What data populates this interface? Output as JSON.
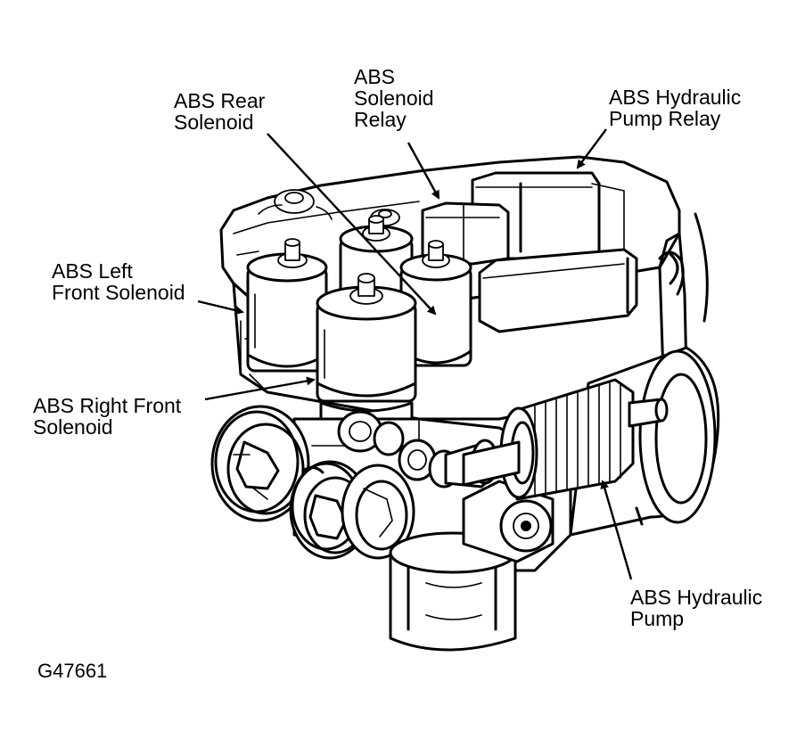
{
  "labels": {
    "rear_solenoid": [
      "ABS Rear",
      "Solenoid"
    ],
    "solenoid_relay": [
      "ABS",
      "Solenoid",
      "Relay"
    ],
    "pump_relay": [
      "ABS Hydraulic",
      "Pump Relay"
    ],
    "left_front_solenoid": [
      "ABS Left",
      "Front Solenoid"
    ],
    "right_front_solenoid": [
      "ABS Right Front",
      "Solenoid"
    ],
    "hydraulic_pump": [
      "ABS Hydraulic",
      "Pump"
    ]
  },
  "figure_id": "G47661"
}
